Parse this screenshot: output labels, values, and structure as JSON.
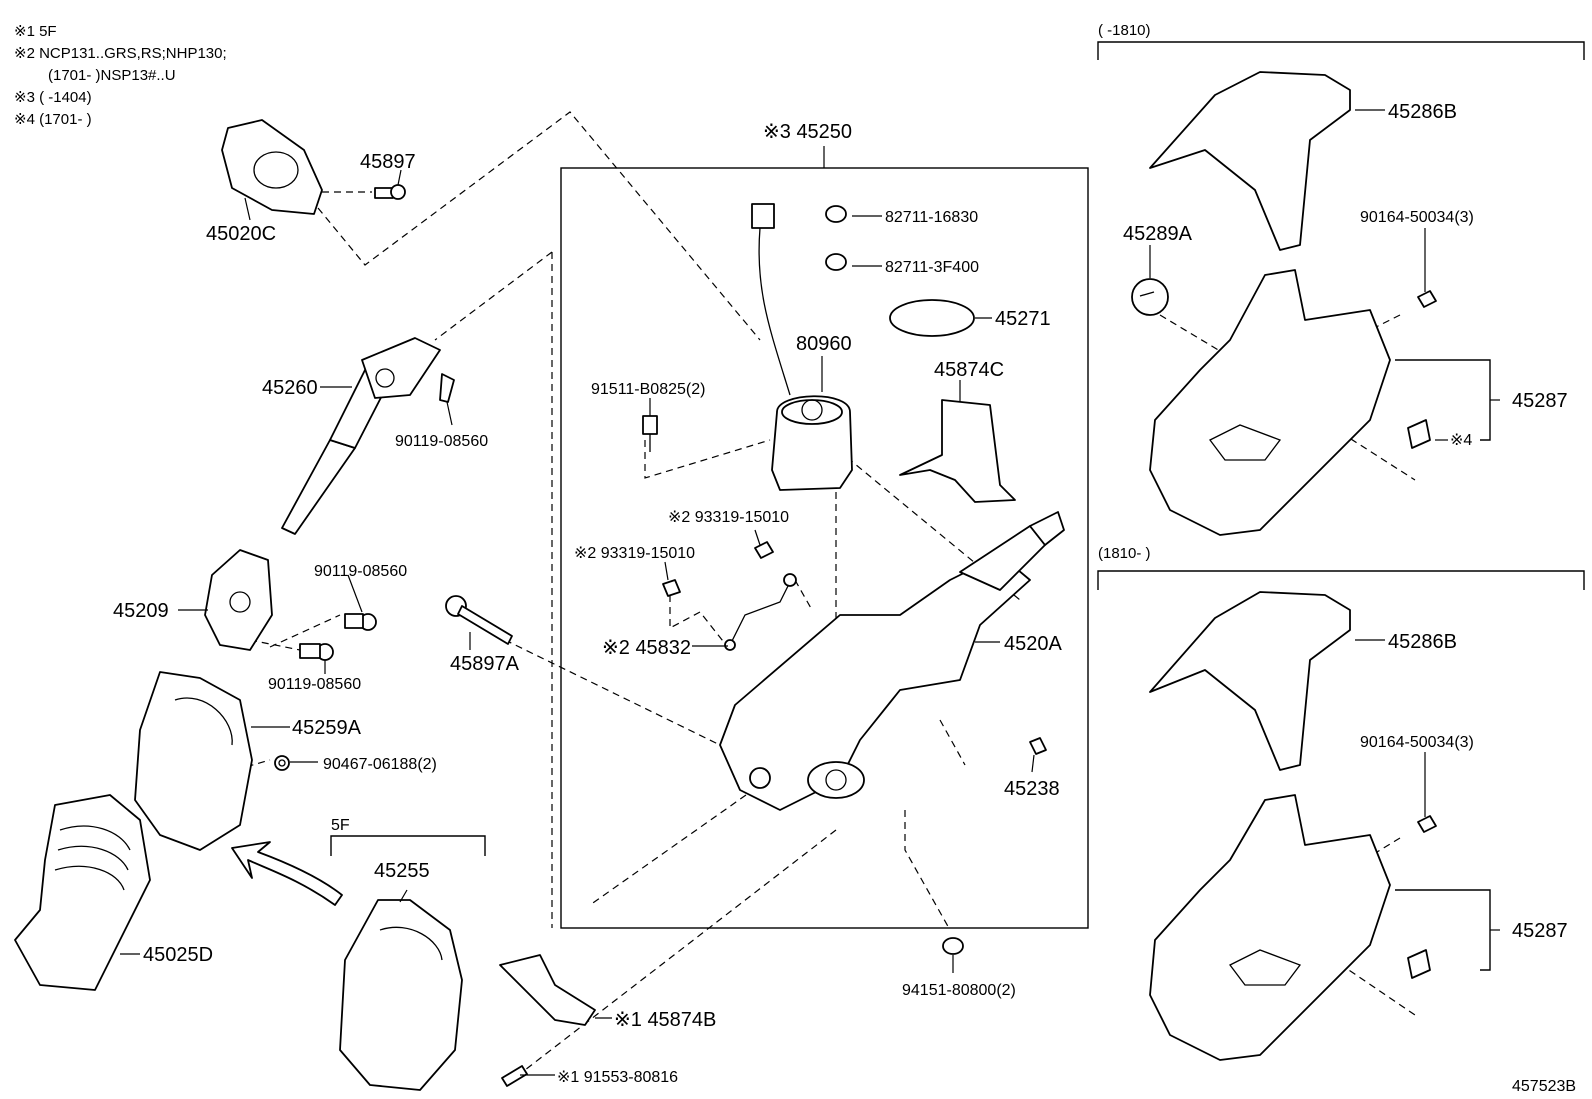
{
  "notes": [
    "※1 5F",
    "※2 NCP131..GRS,RS;NHP130;",
    "(1701-       )NSP13#..U",
    "※3 (       -1404)",
    "※4 (1701-       )"
  ],
  "ranges": {
    "upper": "(       -1810)",
    "lower": "(1810-       )"
  },
  "labels": {
    "p45897": "45897",
    "p45020C": "45020C",
    "p45260": "45260",
    "p90119_a": "90119-08560",
    "p45209": "45209",
    "p90119_b": "90119-08560",
    "p90119_c": "90119-08560",
    "p45897A": "45897A",
    "p45259A": "45259A",
    "p90467": "90467-06188(2)",
    "p45025D": "45025D",
    "p5F": "5F",
    "p45255": "45255",
    "p45874B": "※1 45874B",
    "p91553": "※1 91553-80816",
    "p45250": "※3 45250",
    "p82711_16830": "82711-16830",
    "p82711_3F400": "82711-3F400",
    "p45271": "45271",
    "p80960": "80960",
    "p45874C": "45874C",
    "p91511": "91511-B0825(2)",
    "p93319_a": "※2 93319-15010",
    "p93319_b": "※2 93319-15010",
    "p45832": "※2 45832",
    "p4520A": "4520A",
    "p45238": "45238",
    "p94151": "94151-80800(2)",
    "p45286B_upper": "45286B",
    "p45289A": "45289A",
    "p90164_upper": "90164-50034(3)",
    "p45287_upper": "45287",
    "note4": "※4",
    "p45286B_lower": "45286B",
    "p90164_lower": "90164-50034(3)",
    "p45287_lower": "45287",
    "diagram_id": "457523B"
  }
}
